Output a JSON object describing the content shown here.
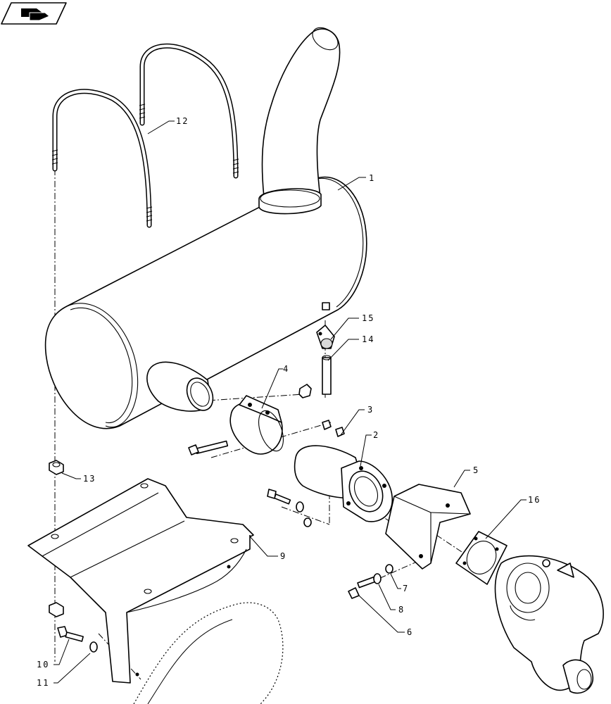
{
  "badge": {
    "icon": "hand-pointer-icon"
  },
  "callouts": {
    "c1": "1",
    "c2": "2",
    "c3": "3",
    "c4": "4",
    "c5": "5",
    "c6": "6",
    "c7": "7",
    "c8": "8",
    "c9": "9",
    "c10": "10",
    "c11": "11",
    "c12": "12",
    "c13": "13",
    "c14": "14",
    "c15": "15",
    "c16": "16"
  }
}
